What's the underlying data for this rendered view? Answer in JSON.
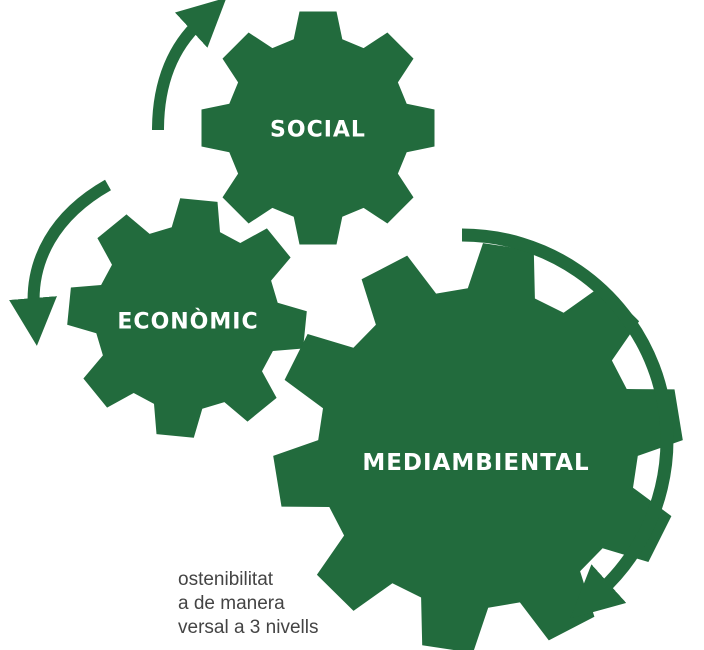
{
  "colors": {
    "gear": "#226b3d",
    "arrow": "#226b3d",
    "label": "#ffffff"
  },
  "gears": {
    "social": {
      "label": "SOCIAL"
    },
    "economic": {
      "label": "ECONÒMIC"
    },
    "environmental": {
      "label": "MEDIAMBIENTAL"
    }
  },
  "caption": {
    "line1": "ostenibilitat",
    "line2": "a de manera",
    "line3": "versal a 3 nivells"
  }
}
